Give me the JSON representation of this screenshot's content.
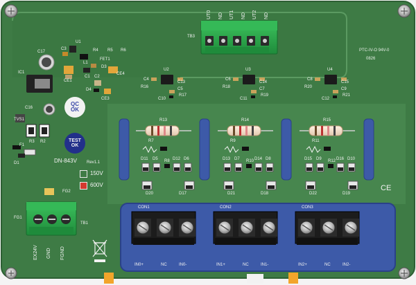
{
  "board": {
    "model": "DN-843V",
    "revision": "Rev1.1",
    "option_150": "150V",
    "option_600": "600V",
    "qc_top": "QC",
    "qc_bottom": "OK",
    "test_top": "TEST",
    "test_bottom": "OK",
    "ce_mark": "CE",
    "pcb_code": "PTC-IV-O  94V-0",
    "date_code": "0826",
    "colors": {
      "pcb": "#3f7a45",
      "pcb_light": "#4c8c52",
      "terminal_green": "#2fae4f",
      "silk": "#f2f2f2"
    }
  },
  "components": {
    "top_left": [
      "C17",
      "C3",
      "U1",
      "R4",
      "R5",
      "R6",
      "FET1",
      "L1",
      "D3",
      "CE1",
      "C1",
      "C2",
      "CE4",
      "D4",
      "CE3",
      "IC1",
      "C16",
      "TVS1",
      "R2",
      "R3",
      "F1",
      "D1",
      "FG2",
      "FG1",
      "TB1"
    ],
    "tb3": "TB3",
    "tb3_pins": [
      "UT0",
      "ND",
      "UT1",
      "ND",
      "UT2",
      "ND"
    ],
    "tb1_pins": [
      "EX24V",
      "GND",
      "FGND"
    ],
    "channels": [
      {
        "u": "U2",
        "caps": [
          "C4",
          "R16",
          "C13",
          "C5",
          "R17",
          "C10"
        ],
        "r_main": "R13",
        "r_small": "R7",
        "diodes": [
          "D11",
          "D5",
          "R8",
          "D12",
          "D6"
        ],
        "pair": [
          "D20",
          "D17"
        ],
        "con": "CON1",
        "pins": [
          "IN0+",
          "NC",
          "IN0-"
        ]
      },
      {
        "u": "U3",
        "caps": [
          "C6",
          "R18",
          "C14",
          "C7",
          "R19",
          "C11"
        ],
        "r_main": "R14",
        "r_small": "R9",
        "diodes": [
          "D13",
          "D7",
          "R10",
          "D14",
          "D8"
        ],
        "pair": [
          "D21",
          "D18"
        ],
        "con": "CON2",
        "pins": [
          "IN1+",
          "NC",
          "IN1-"
        ]
      },
      {
        "u": "U4",
        "caps": [
          "C8",
          "R20",
          "C15",
          "C9",
          "R21",
          "C12"
        ],
        "r_main": "R15",
        "r_small": "R11",
        "diodes": [
          "D15",
          "D9",
          "R12",
          "D16",
          "D10"
        ],
        "pair": [
          "D22",
          "D19"
        ],
        "con": "CON3",
        "pins": [
          "IN2+",
          "NC",
          "IN2-"
        ]
      }
    ]
  }
}
